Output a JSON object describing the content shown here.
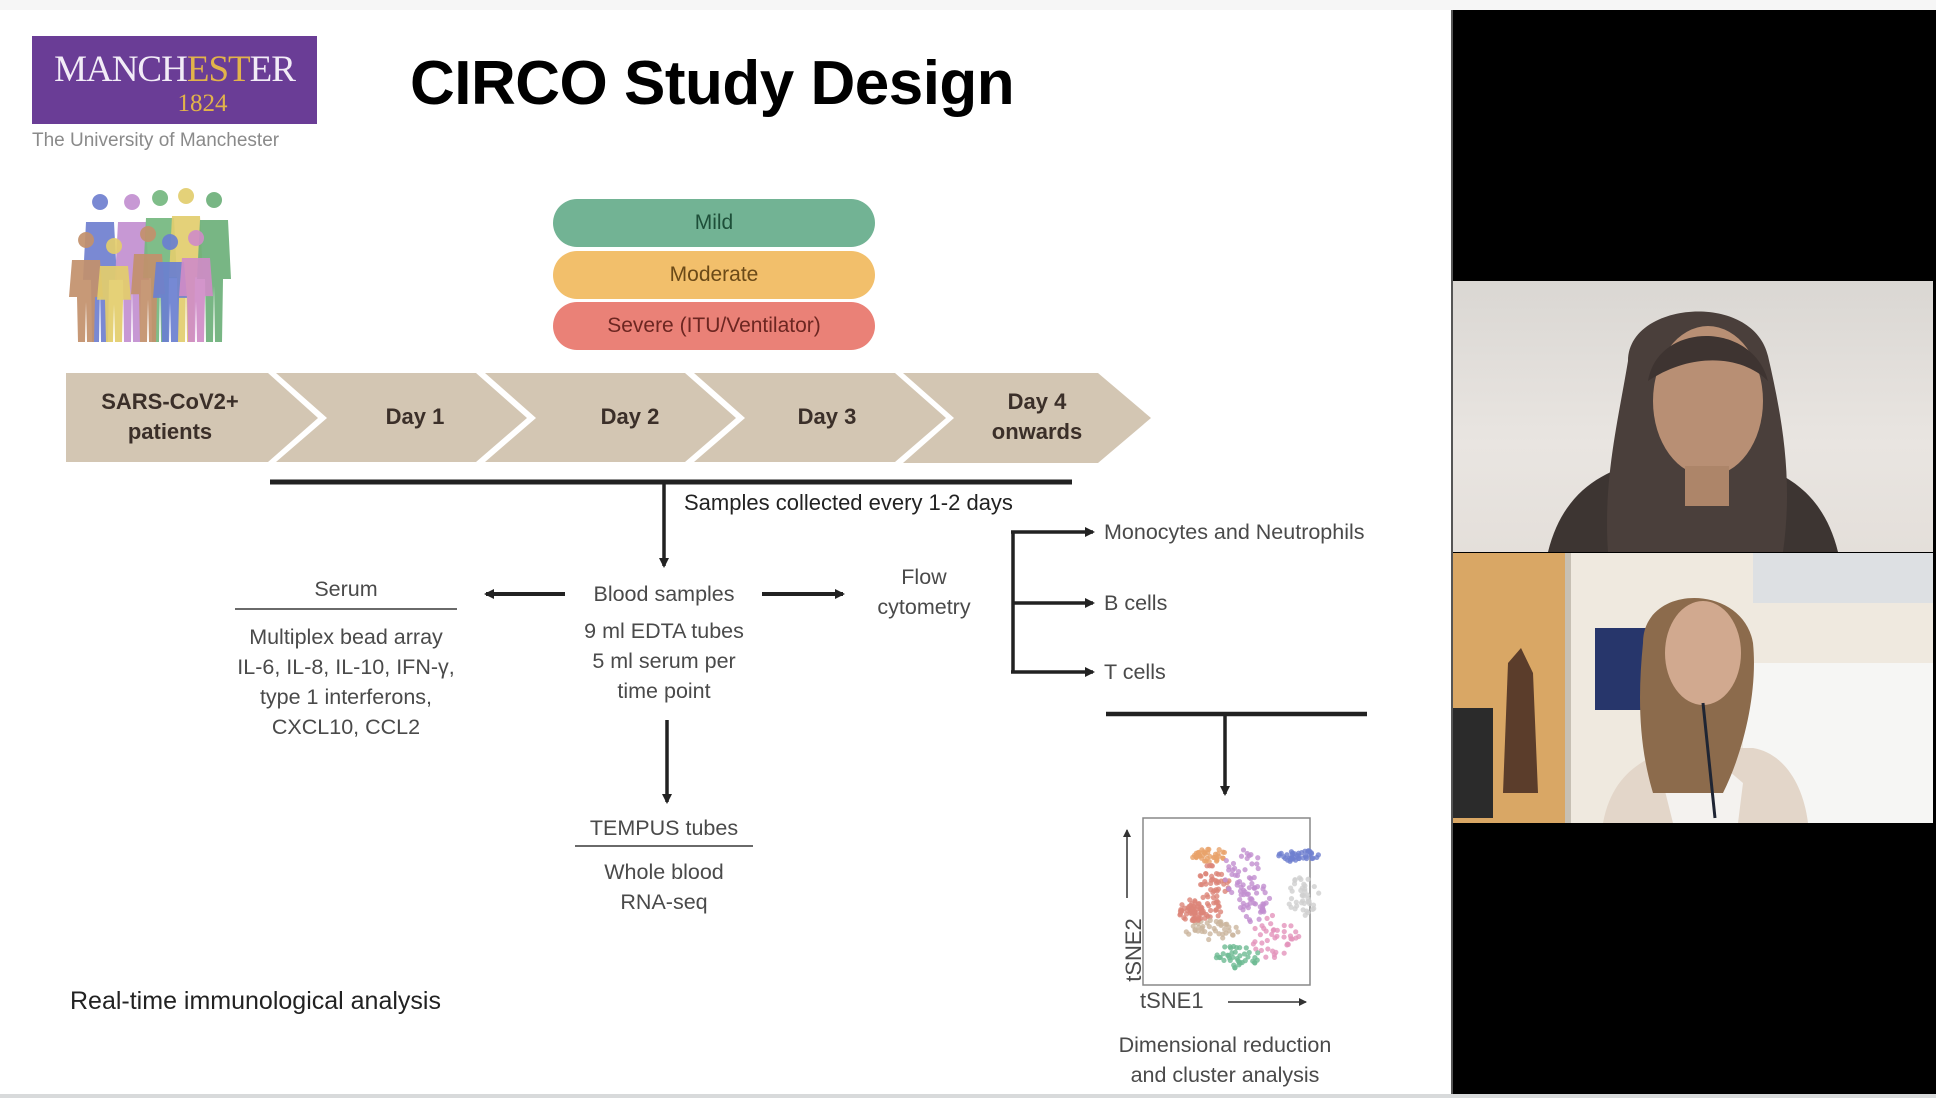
{
  "slide": {
    "logo": {
      "wordmark_prefix": "MANCH",
      "wordmark_highlight": "EST",
      "wordmark_suffix": "ER",
      "year": "1824",
      "subtitle": "The University of Manchester",
      "brand_color": "#6a3d96",
      "accent_color": "#e2b34a"
    },
    "title": "CIRCO Study Design",
    "severity_levels": [
      {
        "label": "Mild",
        "color": "#72b394"
      },
      {
        "label": "Moderate",
        "color": "#f2bf6b"
      },
      {
        "label": "Severe (ITU/Ventilator)",
        "color": "#ea8177"
      }
    ],
    "timeline": [
      {
        "line1": "SARS-CoV2+",
        "line2": "patients"
      },
      {
        "line1": "Day 1",
        "line2": ""
      },
      {
        "line1": "Day 2",
        "line2": ""
      },
      {
        "line1": "Day 3",
        "line2": ""
      },
      {
        "line1": "Day 4",
        "line2": "onwards"
      }
    ],
    "timeline_color": "#d3c6b3",
    "sampling_note": "Samples collected every 1-2 days",
    "blood": {
      "heading": "Blood samples",
      "details": [
        "9 ml EDTA tubes",
        "5 ml serum per",
        "time point"
      ]
    },
    "serum": {
      "heading": "Serum",
      "details": [
        "Multiplex bead array",
        "IL-6, IL-8, IL-10, IFN-γ,",
        "type 1 interferons,",
        "CXCL10, CCL2"
      ]
    },
    "tempus": {
      "heading": "TEMPUS tubes",
      "details": [
        "Whole blood",
        "RNA-seq"
      ]
    },
    "flow": {
      "heading_line1": "Flow",
      "heading_line2": "cytometry",
      "populations": [
        "Monocytes and Neutrophils",
        "B cells",
        "T cells"
      ]
    },
    "tsne": {
      "x_label": "tSNE1",
      "y_label": "tSNE2",
      "caption_line1": "Dimensional reduction",
      "caption_line2": "and cluster analysis",
      "cluster_colors": [
        "#e8a36a",
        "#dc8478",
        "#c28fd0",
        "#e394bb",
        "#6f7fcf",
        "#cfcfcf",
        "#cbb59e",
        "#6dba92"
      ]
    },
    "footer": "Real-time immunological analysis"
  },
  "participants": [
    {
      "name": "participant-1",
      "state": "video-on"
    },
    {
      "name": "participant-2",
      "state": "video-on"
    }
  ]
}
